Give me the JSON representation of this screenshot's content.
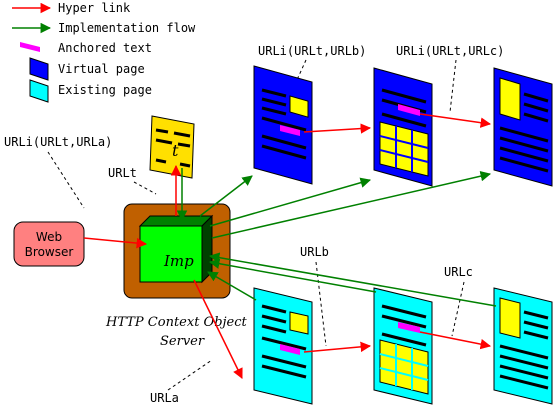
{
  "legend": {
    "hyper_link": "Hyper link",
    "implementation_flow": "Implementation flow",
    "anchored_text": "Anchored text",
    "virtual_page": "Virtual page",
    "existing_page": "Existing page"
  },
  "labels": {
    "urli_urla": "URLi(URLt,URLa)",
    "urli_urlb": "URLi(URLt,URLb)",
    "urli_urlc": "URLi(URLt,URLc)",
    "urlt": "URLt",
    "urlb": "URLb",
    "urlc": "URLc",
    "urla": "URLa"
  },
  "nodes": {
    "web_browser_line1": "Web",
    "web_browser_line2": "Browser",
    "server_line1": "HTTP Context Object",
    "server_line2": "Server",
    "imp": "Imp",
    "template": "t"
  },
  "colors": {
    "hyper_link": "#ff0000",
    "implementation_flow": "#008000",
    "anchored_text": "#ff00ff",
    "virtual_page": "#0000ff",
    "existing_page": "#00ffff",
    "server_box": "#c06000",
    "imp_cube": "#00ff00",
    "web_browser": "#ff8080",
    "template": "#ffe000"
  }
}
